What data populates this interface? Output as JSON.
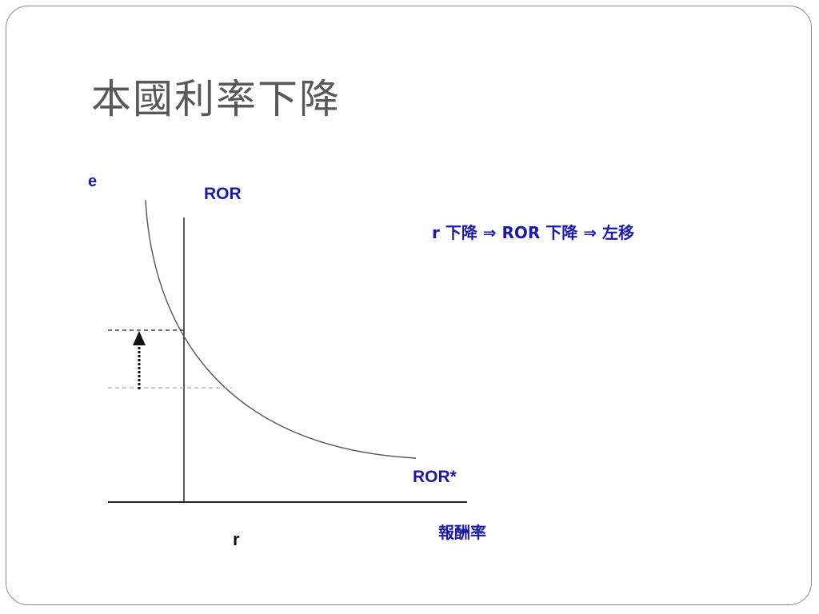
{
  "slide": {
    "title": "本國利率下降"
  },
  "diagram": {
    "y_axis_label": "e",
    "vertical_curve_label": "ROR",
    "curve_label": "ROR*",
    "x_axis_label": "報酬率",
    "r_label": "r",
    "annotation": "r 下降 ⇒ ROR 下降 ⇒ 左移",
    "colors": {
      "label_blue": "#1a1aa6",
      "curve": "#555555",
      "axis": "#222222"
    }
  }
}
